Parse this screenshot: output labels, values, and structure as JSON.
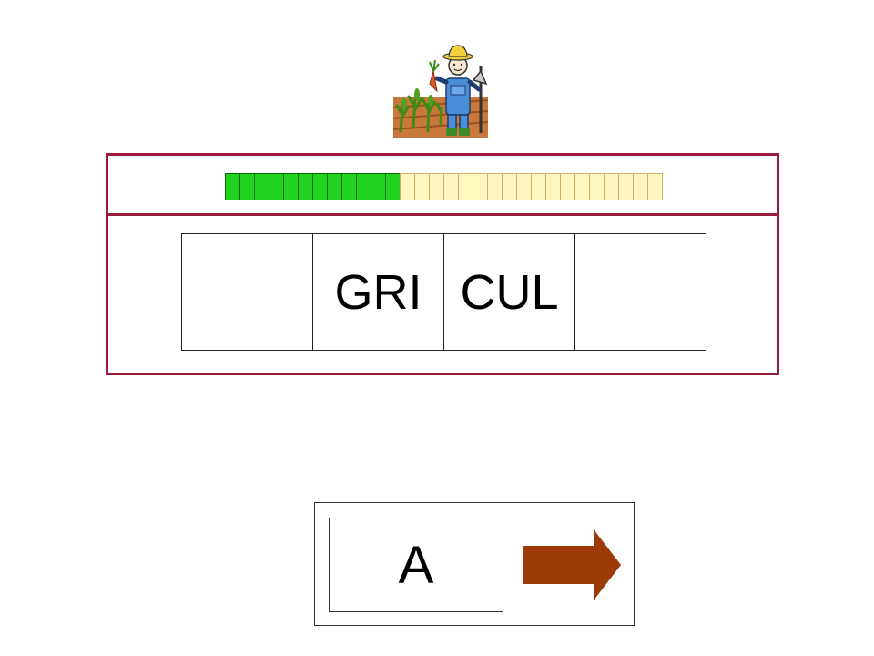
{
  "pictogram": {
    "icon": "farmer-icon",
    "description_colors": {
      "soil": "#c8783a",
      "plants": "#4fa020",
      "overalls": "#4a8ed8",
      "hat": "#f2d23c",
      "carrot": "#e05a28"
    }
  },
  "progress": {
    "completed": 12,
    "total": 30,
    "fraction": 0.4,
    "done_color": "#1ed21e",
    "todo_color": "#fff6c0"
  },
  "panel": {
    "border_color": "#9b1b3b"
  },
  "syllables": [
    "",
    "GRI",
    "CUL",
    ""
  ],
  "answer": {
    "tile_label": "A",
    "next_icon": "right-arrow-icon",
    "arrow_color": "#9c3a06"
  }
}
